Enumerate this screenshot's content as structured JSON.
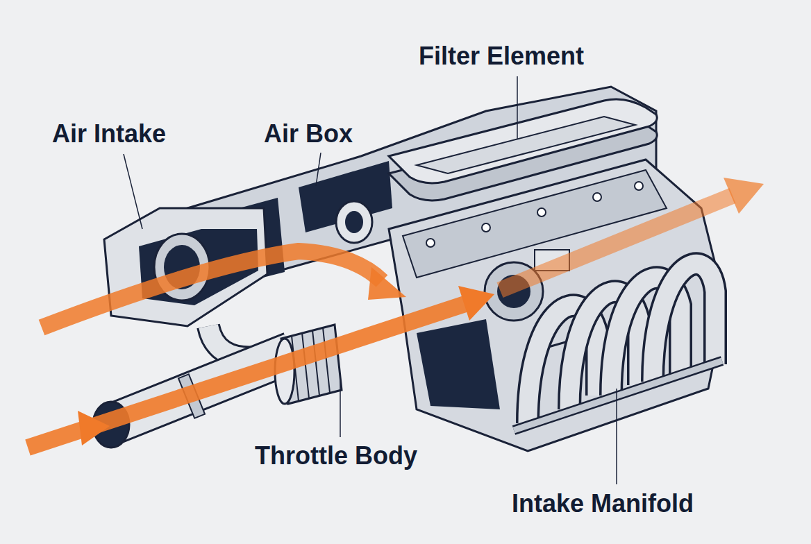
{
  "diagram": {
    "labels": [
      "Filter Element",
      "Air Intake",
      "Air Box",
      "Throttle Body",
      "Intake Manifold"
    ]
  }
}
